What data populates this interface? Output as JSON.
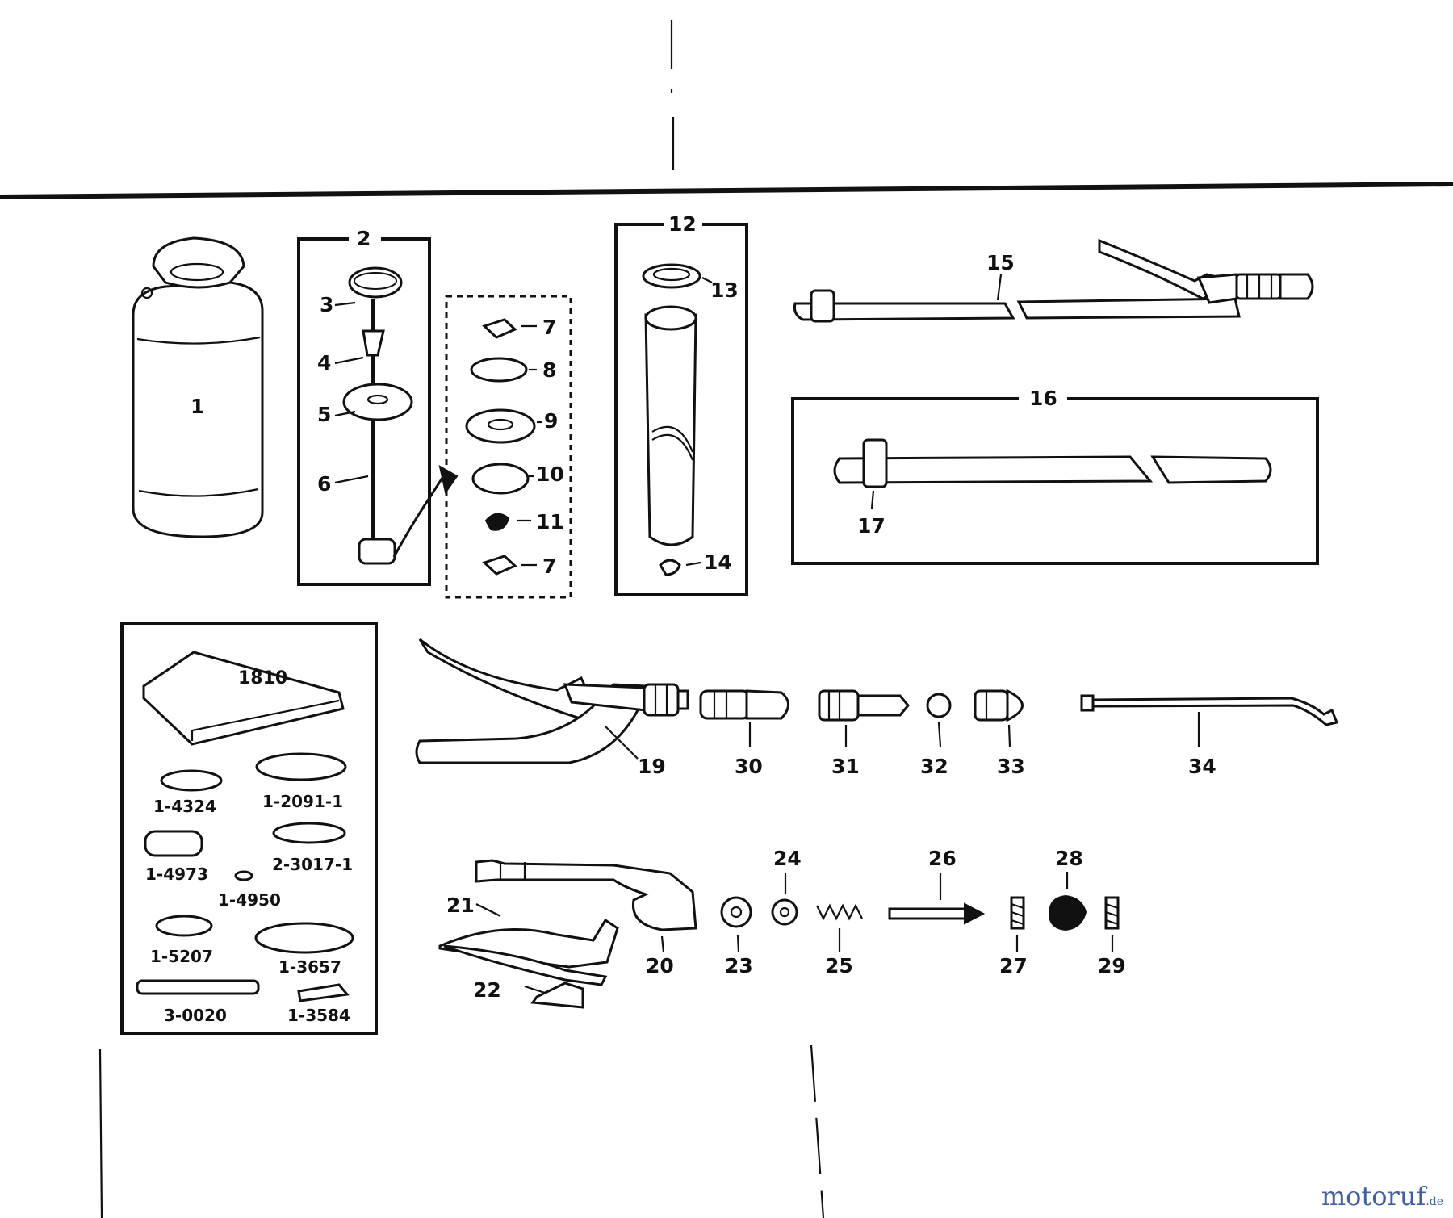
{
  "labels": {
    "p1": "1",
    "p2": "2",
    "p3": "3",
    "p4": "4",
    "p5": "5",
    "p6": "6",
    "p7a": "7",
    "p8": "8",
    "p9": "9",
    "p10": "10",
    "p11": "11",
    "p7b": "7",
    "p12": "12",
    "p13": "13",
    "p14": "14",
    "p15": "15",
    "p16": "16",
    "p17": "17",
    "p19": "19",
    "p20": "20",
    "p21": "21",
    "p22": "22",
    "p23": "23",
    "p24": "24",
    "p25": "25",
    "p26": "26",
    "p27": "27",
    "p28": "28",
    "p29": "29",
    "p30": "30",
    "p31": "31",
    "p32": "32",
    "p33": "33",
    "p34": "34"
  },
  "kit": {
    "box": "1810",
    "items": [
      "1-4324",
      "1-2091-1",
      "1-4973",
      "2-3017-1",
      "1-4950",
      "1-5207",
      "1-3657",
      "3-0020",
      "1-3584"
    ]
  },
  "watermark": {
    "brand_main": "motoruf",
    "brand_tld": ".de"
  }
}
